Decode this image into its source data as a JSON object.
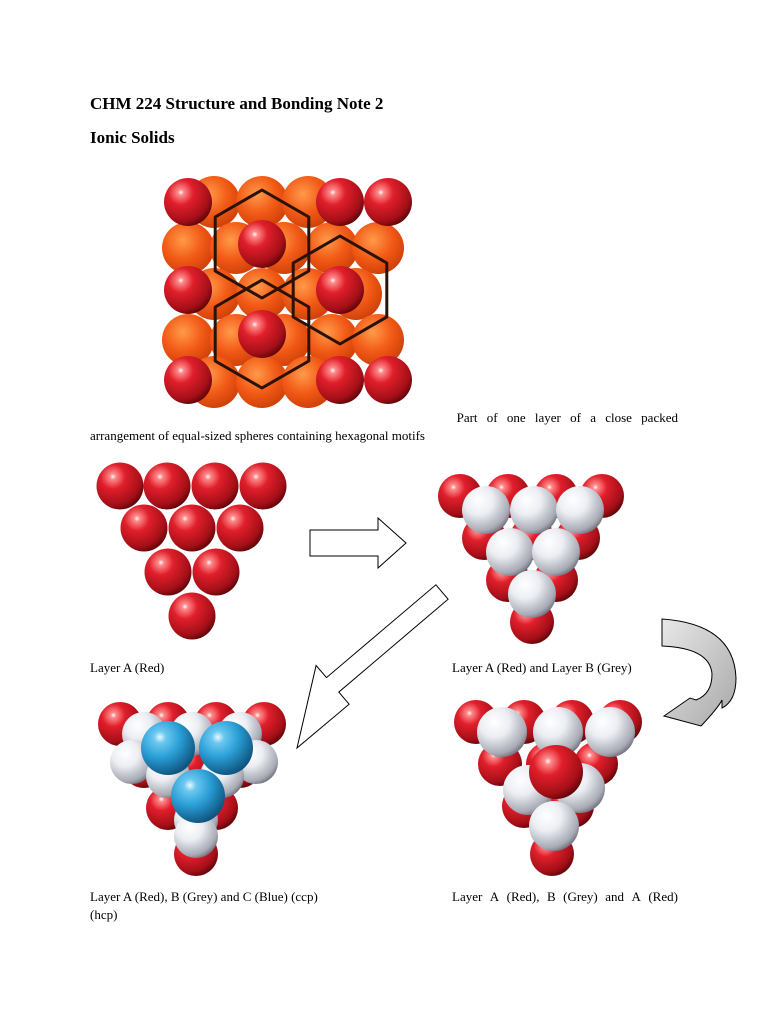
{
  "document": {
    "title": "CHM 224 Structure and Bonding Note 2",
    "section": "Ionic Solids"
  },
  "figures": {
    "layer_caption_line1": "Part of one layer of a close packed",
    "layer_caption_line2": "arrangement of equal-sized spheres containing hexagonal motifs",
    "caption_layer_a": "Layer A (Red)",
    "caption_layer_ab": "Layer A (Red) and Layer B (Grey)",
    "caption_layer_abc": "Layer A (Red), B (Grey) and C (Blue) (ccp)",
    "caption_hcp": "(hcp)",
    "caption_layer_aba_words": [
      "Layer",
      "A",
      "(Red),",
      "B",
      "(Grey)",
      "and",
      "A",
      "(Red)"
    ]
  },
  "colors": {
    "red_sphere": "#d3202c",
    "grey_sphere": "#e6e8ee",
    "blue_sphere": "#2a9fd6",
    "orange_sphere": "#f25a16",
    "hex_line": "#2a1208"
  }
}
